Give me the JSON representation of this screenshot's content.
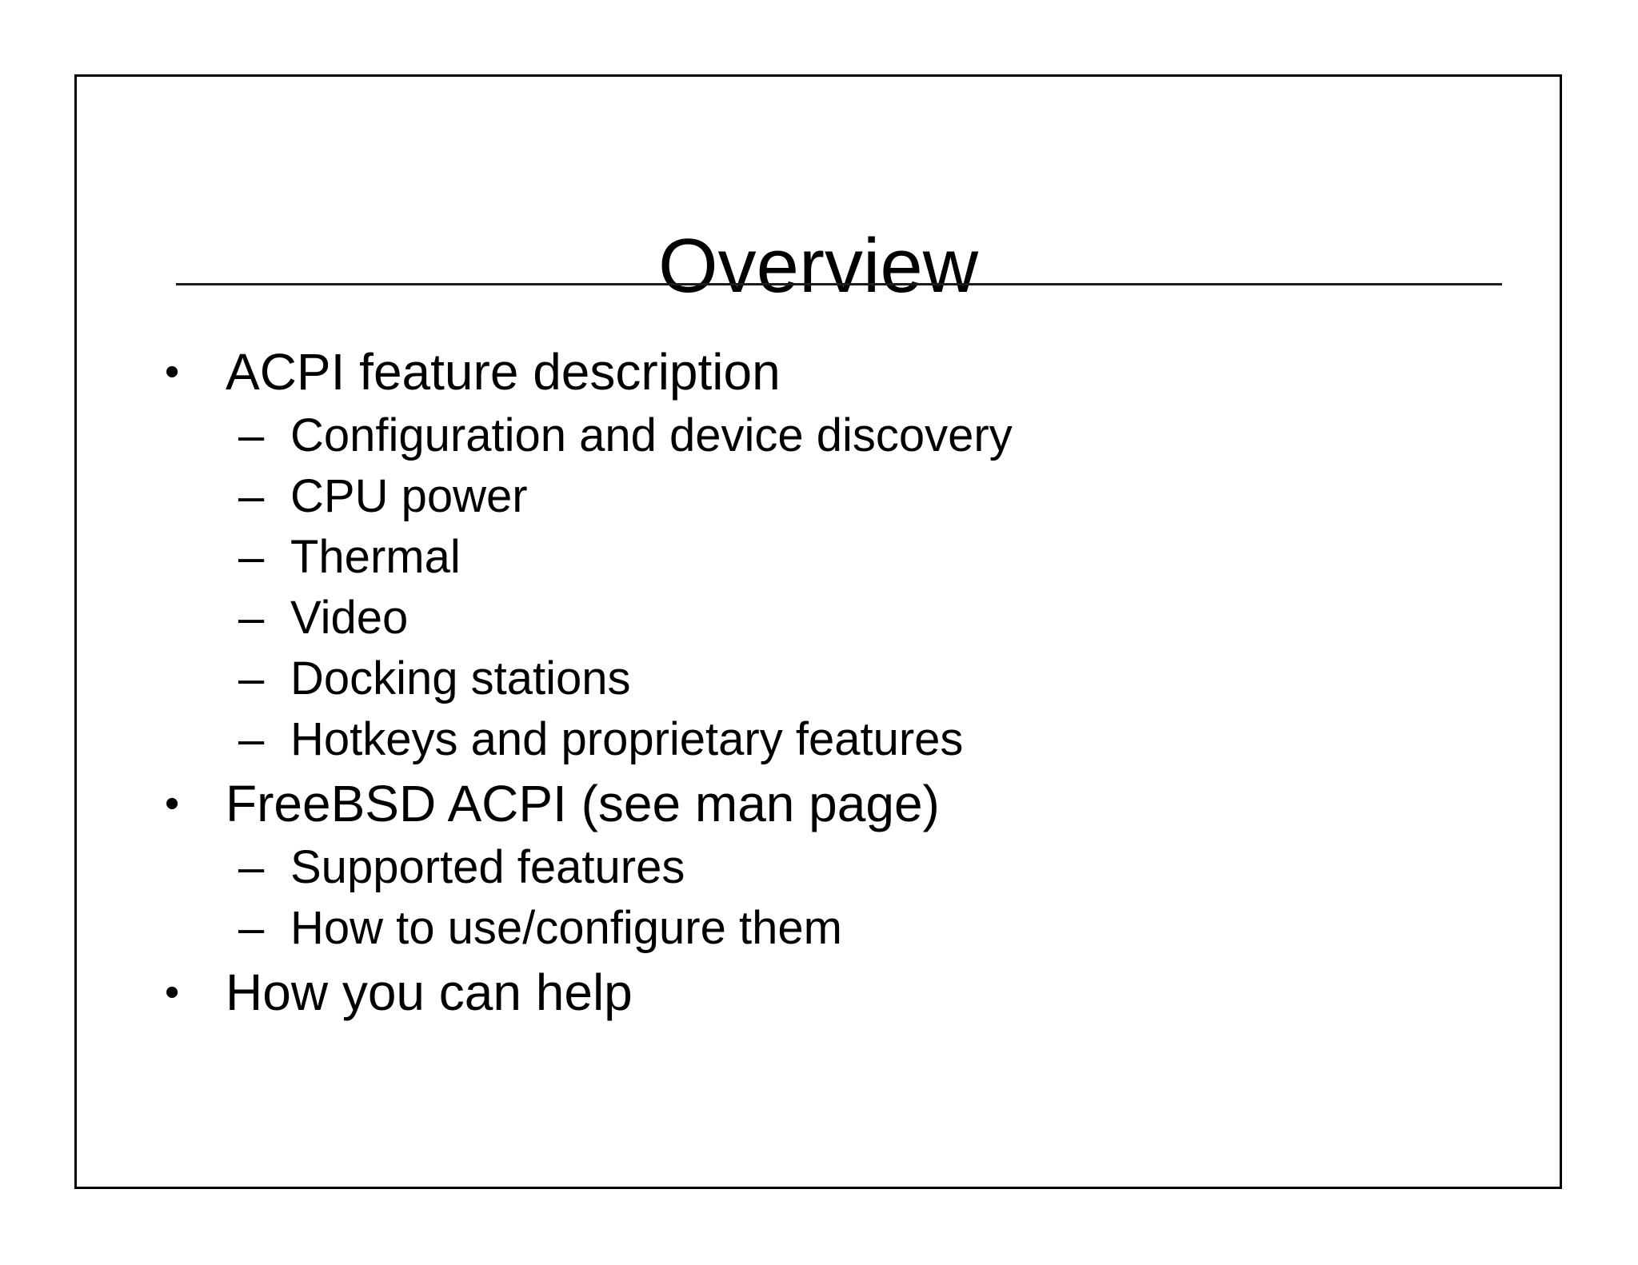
{
  "slide": {
    "title": "Overview",
    "markers": {
      "level1": "•",
      "level2": "–"
    },
    "bullets": [
      {
        "level": 1,
        "text": "ACPI feature description"
      },
      {
        "level": 2,
        "text": "Configuration and device discovery"
      },
      {
        "level": 2,
        "text": "CPU power"
      },
      {
        "level": 2,
        "text": "Thermal"
      },
      {
        "level": 2,
        "text": "Video"
      },
      {
        "level": 2,
        "text": "Docking stations"
      },
      {
        "level": 2,
        "text": "Hotkeys and proprietary features"
      },
      {
        "level": 1,
        "text": "FreeBSD ACPI (see man page)"
      },
      {
        "level": 2,
        "text": "Supported features"
      },
      {
        "level": 2,
        "text": "How to use/configure them"
      },
      {
        "level": 1,
        "text": "How you can help"
      }
    ],
    "colors": {
      "text": "#000000",
      "frame_border": "#000000",
      "title_rule": "#1c1c1c",
      "background": "#ffffff"
    }
  }
}
